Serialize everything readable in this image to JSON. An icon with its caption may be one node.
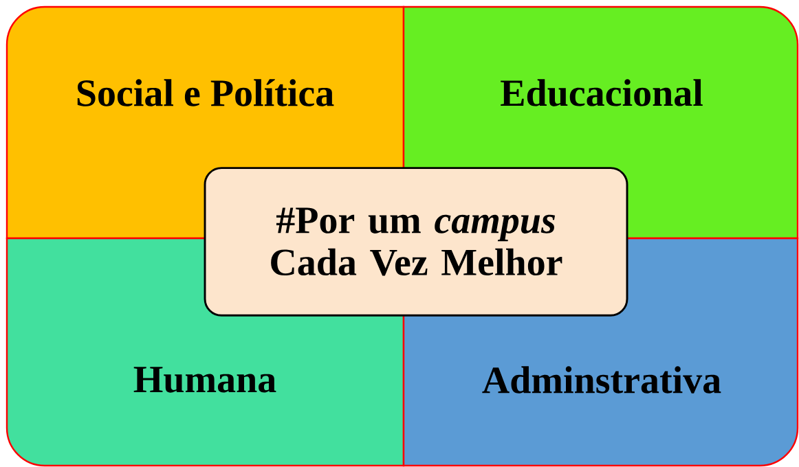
{
  "diagram": {
    "nodes": [
      {
        "text": [
          "Social e Política"
        ]
      },
      {
        "text": [
          "Educacional"
        ]
      },
      {
        "text": [
          "Humana"
        ]
      },
      {
        "text": [
          "Adminstrativa"
        ]
      },
      {
        "text": [
          "#Por um *campus* Cada Vez Melhor"
        ]
      }
    ]
  }
}
